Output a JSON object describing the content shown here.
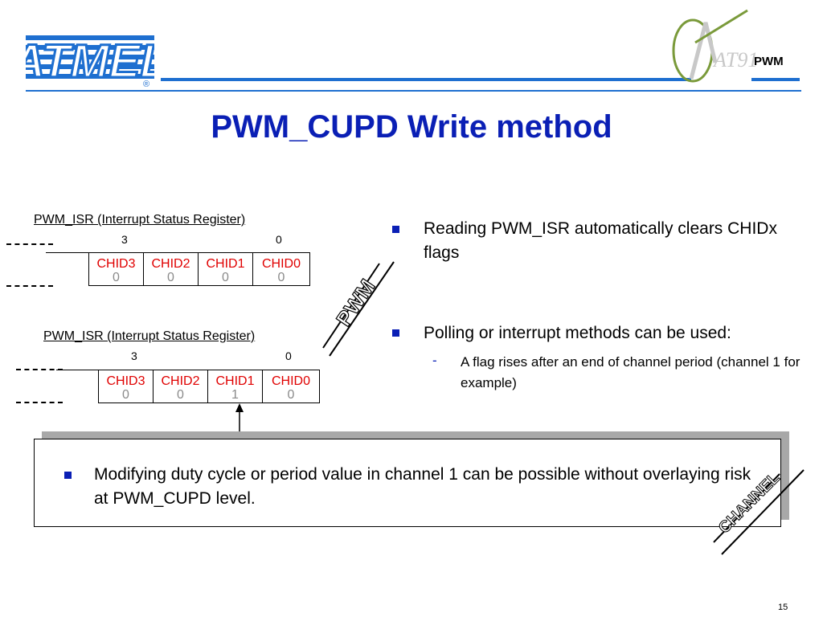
{
  "header": {
    "brand_logo": "ATMEL",
    "registered_mark": "®",
    "product_logo": "AT91",
    "section_label": "PWM"
  },
  "title": "PWM_CUPD Write method",
  "registers": [
    {
      "title": "PWM_ISR (Interrupt Status Register)",
      "bit_high": "3",
      "bit_low": "0",
      "cells": [
        {
          "name": "CHID3",
          "value": "0"
        },
        {
          "name": "CHID2",
          "value": "0"
        },
        {
          "name": "CHID1",
          "value": "0"
        },
        {
          "name": "CHID0",
          "value": "0"
        }
      ]
    },
    {
      "title": "PWM_ISR (Interrupt Status Register)",
      "bit_high": "3",
      "bit_low": "0",
      "cells": [
        {
          "name": "CHID3",
          "value": "0"
        },
        {
          "name": "CHID2",
          "value": "0"
        },
        {
          "name": "CHID1",
          "value": "1"
        },
        {
          "name": "CHID0",
          "value": "0"
        }
      ]
    }
  ],
  "stamp_pwm": "PWM",
  "stamp_channel": "CHANNEL",
  "bullets": [
    {
      "text": "Reading PWM_ISR automatically clears CHIDx flags"
    },
    {
      "text": "Polling or interrupt methods can be used:"
    }
  ],
  "sub_bullets": [
    {
      "text": "A flag rises after an end of channel period (channel 1 for example)"
    }
  ],
  "note": "Modifying duty cycle or period value in channel 1 can be possible without overlaying risk at PWM_CUPD level.",
  "page_number": "15",
  "colors": {
    "accent_blue": "#0a1fb5",
    "logo_blue": "#1e6fd0",
    "chid_red": "#e00000",
    "value_gray": "#8a8a8a"
  }
}
